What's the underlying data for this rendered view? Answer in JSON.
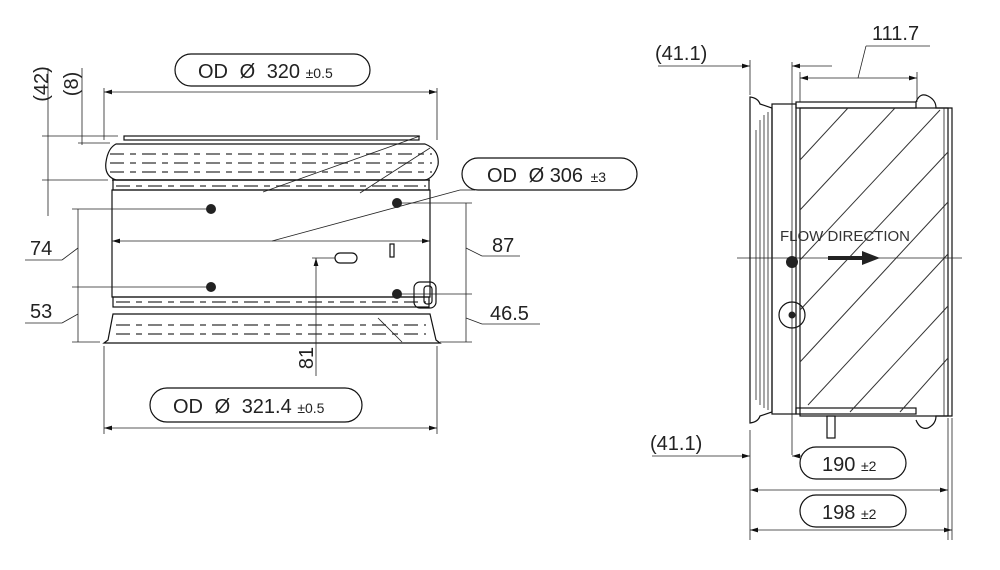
{
  "side_view": {
    "od_top": {
      "prefix": "OD",
      "symbol": "Ø",
      "value": "320",
      "tolerance": "±0.5"
    },
    "od_inner": {
      "prefix": "OD",
      "symbol": "Ø",
      "value": "306",
      "tolerance": "±3"
    },
    "od_bottom": {
      "prefix": "OD",
      "symbol": "Ø",
      "value": "321.4",
      "tolerance": "±0.5"
    },
    "dim_42": "(42)",
    "dim_8": "(8)",
    "dim_74": "74",
    "dim_53": "53",
    "dim_87": "87",
    "dim_46_5": "46.5",
    "dim_81": "81"
  },
  "section_view": {
    "dim_41_1_top": "(41.1)",
    "dim_111_7": "111.7",
    "flow_label": "FLOW DIRECTION",
    "dim_41_1_bottom": "(41.1)",
    "length_190": {
      "value": "190",
      "tolerance": "±2"
    },
    "length_198": {
      "value": "198",
      "tolerance": "±2"
    }
  }
}
